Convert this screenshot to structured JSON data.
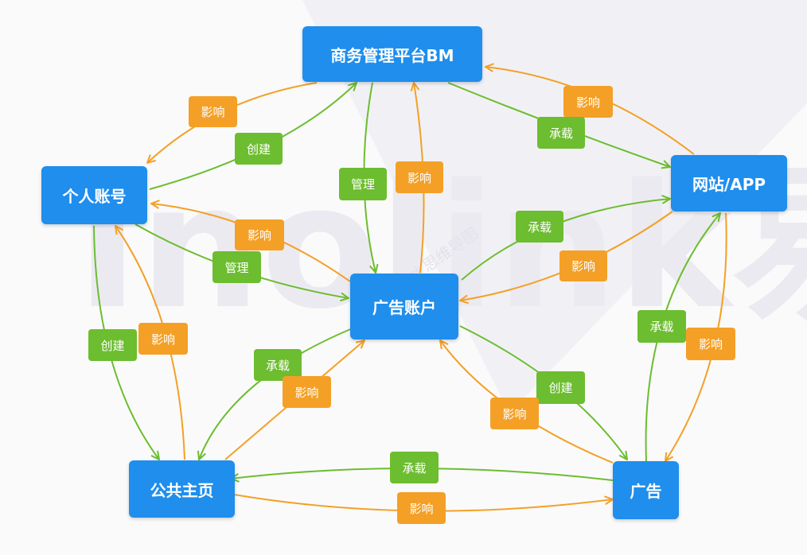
{
  "nodes": {
    "bm": "商务管理平台BM",
    "personal": "个人账号",
    "site": "网站/APP",
    "adaccount": "广告账户",
    "page": "公共主页",
    "ad": "广告"
  },
  "labels": {
    "influence": "影响",
    "create": "创建",
    "manage": "管理",
    "carry": "承载"
  },
  "watermark": {
    "big": "Inolink易",
    "small": "WPS Mind 思维导图"
  },
  "colors": {
    "node": "#1f8eed",
    "green": "#6cbd2f",
    "orange": "#f4a026"
  }
}
